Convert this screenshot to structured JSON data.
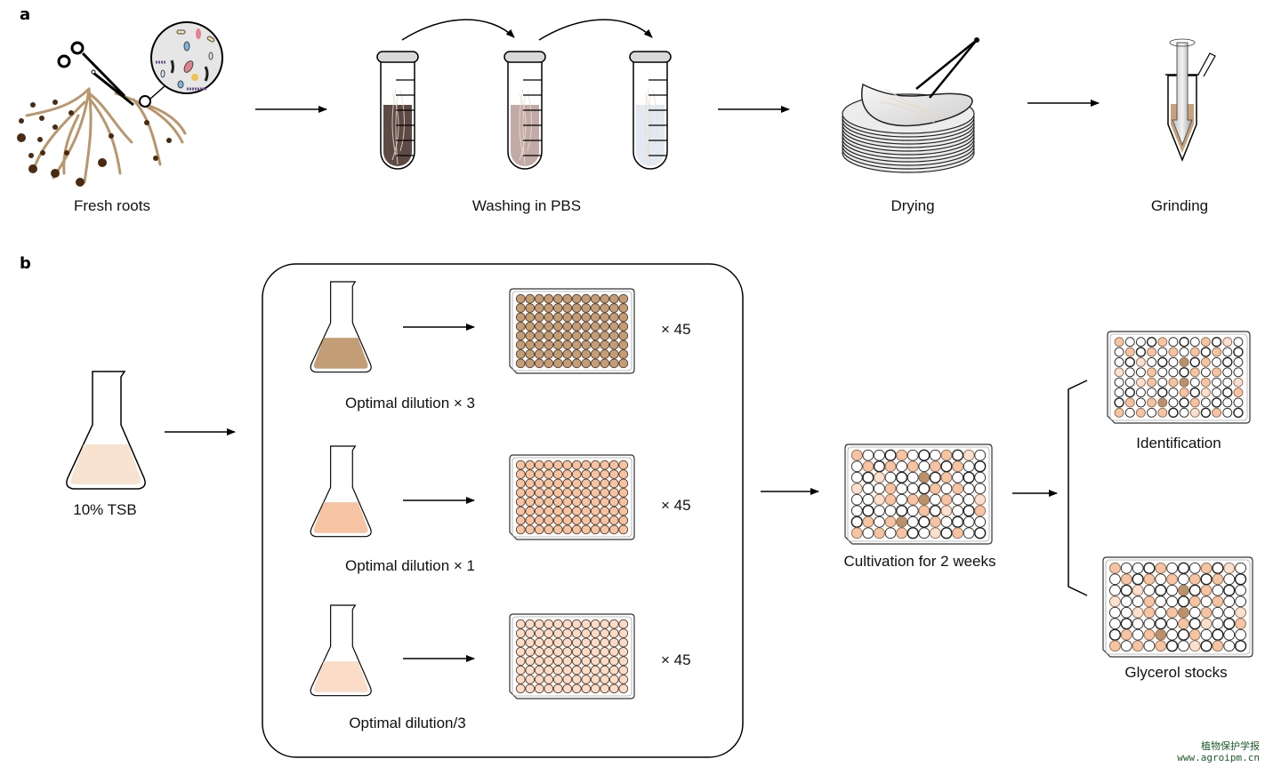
{
  "figure": {
    "panel_a": {
      "label": "a",
      "steps": [
        {
          "id": "fresh-roots",
          "label": "Fresh roots"
        },
        {
          "id": "washing",
          "label": "Washing in PBS"
        },
        {
          "id": "drying",
          "label": "Drying"
        },
        {
          "id": "grinding",
          "label": "Grinding"
        }
      ],
      "tube_liquid_colors": [
        "#5e4a45",
        "#c2aaa7",
        "#e2e9f1"
      ]
    },
    "panel_b": {
      "label": "b",
      "medium": {
        "label": "10% TSB",
        "color": "#f8e2d0"
      },
      "dilutions": [
        {
          "label": "Optimal dilution × 3",
          "multiplier": "× 45",
          "color": "#c29d76"
        },
        {
          "label": "Optimal dilution × 1",
          "multiplier": "× 45",
          "color": "#f6c4a3"
        },
        {
          "label": "Optimal dilution/3",
          "multiplier": "× 45",
          "color": "#fbdcc8"
        }
      ],
      "cultivation": {
        "label": "Cultivation for 2 weeks"
      },
      "outputs": [
        {
          "label": "Identification"
        },
        {
          "label": "Glycerol stocks"
        }
      ],
      "plate": {
        "rows": 8,
        "cols": 12
      },
      "well_colors": {
        ".": "#ffffff",
        "O": "#f6c4a3",
        "o": "#fbe0cf",
        "B": "#b9926b"
      },
      "cultivation_pattern": [
        "O...O...O.o.",
        ".O.O.O.O.O..",
        "..o...B.O...",
        "o..O...O.O..",
        "..oO.OB.O..o",
        "......O.o..O",
        ".O.OB..O....",
        "O.O.O..o.O.."
      ]
    },
    "watermark": {
      "line1": "植物保护学报",
      "line2": "www.agroipm.cn"
    }
  }
}
